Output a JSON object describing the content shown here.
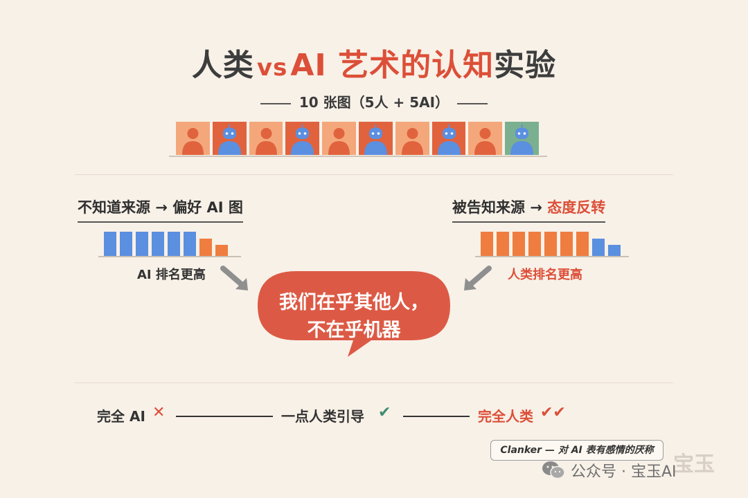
{
  "title": {
    "part1": "人类",
    "vs": "vs",
    "part2": "AI 艺术的认知",
    "part3": "实验"
  },
  "subtitle": "10 张图（5人 + 5AI）",
  "tiles": [
    "human",
    "ai",
    "human",
    "ai",
    "human",
    "ai",
    "human",
    "ai",
    "human",
    "ai"
  ],
  "left_panel": {
    "title_a": "不知道来源 ",
    "arrow": "→",
    "title_b": " 偏好 AI 图",
    "caption": "AI 排名更高",
    "bars": [
      {
        "kind": "ai",
        "level": 1.0
      },
      {
        "kind": "ai",
        "level": 1.0
      },
      {
        "kind": "ai",
        "level": 1.0
      },
      {
        "kind": "ai",
        "level": 1.0
      },
      {
        "kind": "ai",
        "level": 1.0
      },
      {
        "kind": "ai",
        "level": 1.0
      },
      {
        "kind": "human",
        "level": 0.7
      },
      {
        "kind": "human",
        "level": 0.45
      }
    ]
  },
  "right_panel": {
    "title_a": "被告知来源 ",
    "arrow": "→",
    "title_b": " 态度反转",
    "caption": "人类排名更高",
    "bars": [
      {
        "kind": "human",
        "level": 1.0
      },
      {
        "kind": "human",
        "level": 1.0
      },
      {
        "kind": "human",
        "level": 1.0
      },
      {
        "kind": "human",
        "level": 1.0
      },
      {
        "kind": "human",
        "level": 1.0
      },
      {
        "kind": "human",
        "level": 1.0
      },
      {
        "kind": "human",
        "level": 1.0
      },
      {
        "kind": "ai",
        "level": 0.7
      },
      {
        "kind": "ai",
        "level": 0.45
      }
    ]
  },
  "bubble": {
    "line1": "我们在乎其他人，",
    "line2": "不在乎机器"
  },
  "bottom": {
    "item1": "完全 AI",
    "mark1": "✕",
    "item2": "一点人类引导",
    "mark2": "✔",
    "item3": "完全人类",
    "mark3": "✔✔"
  },
  "badge": "Clanker — 对 AI 表有感情的厌称",
  "watermark": "公众号 · 宝玉AI",
  "colors": {
    "accent_red": "#dc4f38",
    "human_orange": "#ef7d3f",
    "ai_blue": "#5b8fe0",
    "ai_tile_bg": "#e0633e",
    "human_tile_bg": "#f4a77b",
    "check_green": "#3f8c71"
  }
}
